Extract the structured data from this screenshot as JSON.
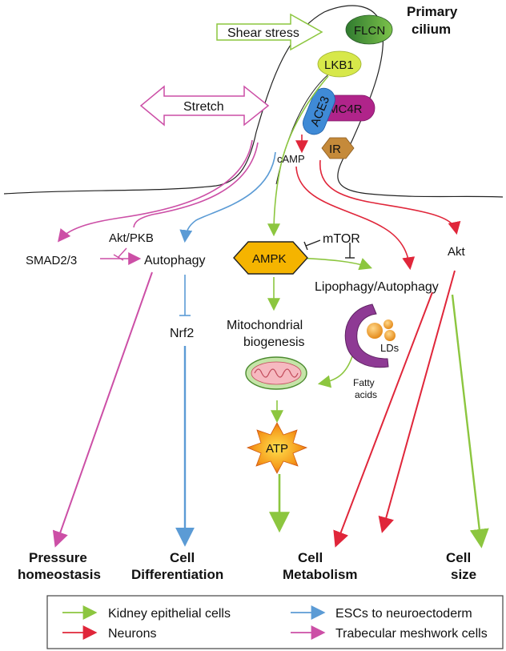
{
  "cilium": {
    "title_line1": "Primary",
    "title_line2": "cilium",
    "proteins": {
      "flcn": "FLCN",
      "lkb1": "LKB1",
      "ace3": "ACE3",
      "mc4r": "MC4R",
      "ir": "IR"
    }
  },
  "stimuli": {
    "shear": "Shear stress",
    "stretch": "Stretch"
  },
  "molecules": {
    "camp": "cAMP",
    "smad": "SMAD2/3",
    "akt_pkb": "Akt/PKB",
    "autophagy": "Autophagy",
    "nrf2": "Nrf2",
    "ampk": "AMPK",
    "mtor": "mTOR",
    "akt": "Akt",
    "lipophagy": "Lipophagy/Autophagy",
    "mito_line1": "Mitochondrial",
    "mito_line2": "biogenesis",
    "lds": "LDs",
    "fatty_line1": "Fatty",
    "fatty_line2": "acids",
    "atp": "ATP"
  },
  "outcomes": {
    "pressure_line1": "Pressure",
    "pressure_line2": "homeostasis",
    "diff_line1": "Cell",
    "diff_line2": "Differentiation",
    "metab_line1": "Cell",
    "metab_line2": "Metabolism",
    "size_line1": "Cell",
    "size_line2": "size"
  },
  "legend": {
    "items": [
      {
        "label": "Kidney epithelial cells",
        "color": "#8cc63f"
      },
      {
        "label": "ESCs to neuroectoderm",
        "color": "#5b9bd5"
      },
      {
        "label": "Neurons",
        "color": "#e0263a"
      },
      {
        "label": "Trabecular meshwork cells",
        "color": "#cc4fa6"
      }
    ]
  },
  "colors": {
    "green": "#8cc63f",
    "blue": "#5b9bd5",
    "red": "#e0263a",
    "magenta": "#cc4fa6",
    "ampk": "#f5b400",
    "purple": "#8e3a94"
  }
}
